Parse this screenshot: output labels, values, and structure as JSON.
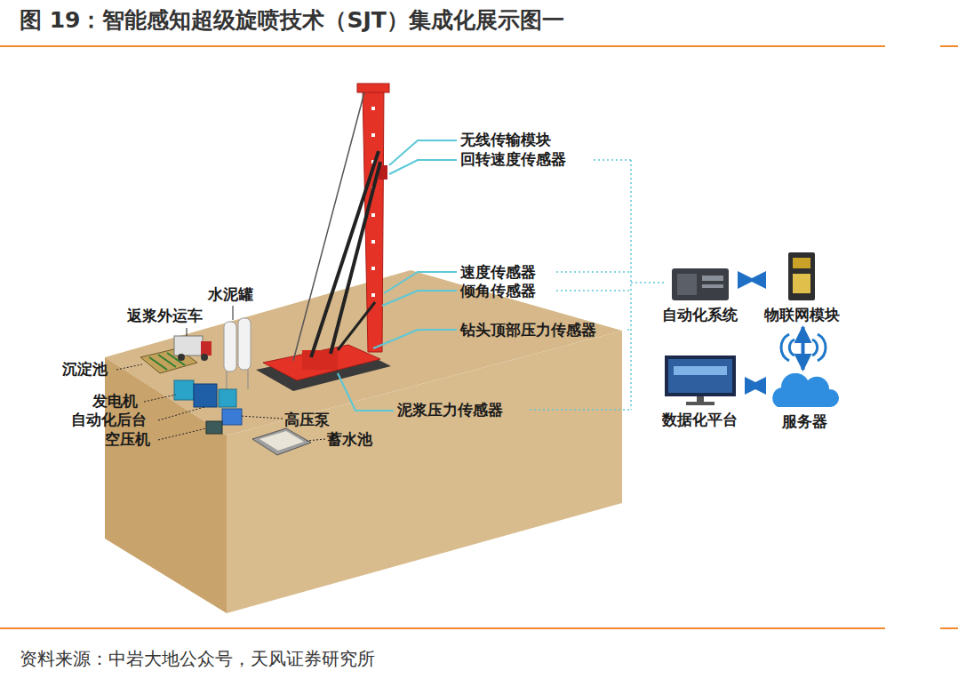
{
  "diagram": {
    "title": "图 19：智能感知超级旋喷技术（SJT）集成化展示图一",
    "caption": "资料来源：中岩大地公众号，天风证券研究所",
    "nodes": [
      {
        "text": [
          "自动化系统"
        ]
      },
      {
        "text": [
          "物联网模块"
        ]
      },
      {
        "text": [
          "数据化平台"
        ]
      },
      {
        "text": [
          "服务器"
        ]
      }
    ],
    "edges": [
      {
        "from": 0,
        "to": 1,
        "arrow": "both"
      },
      {
        "from": 1,
        "to": 3,
        "arrow": "both"
      },
      {
        "from": 2,
        "to": 3,
        "arrow": "both"
      }
    ],
    "labels": [
      "无线传输模块",
      "回转速度传感器",
      "速度传感器",
      "倾角传感器",
      "水泥罐",
      "返浆外运车",
      "钻头顶部压力传感器",
      "沉淀池",
      "发电机",
      "自动化后台",
      "高压泵",
      "空压机",
      "蓄水池",
      "泥浆压力传感器"
    ]
  }
}
